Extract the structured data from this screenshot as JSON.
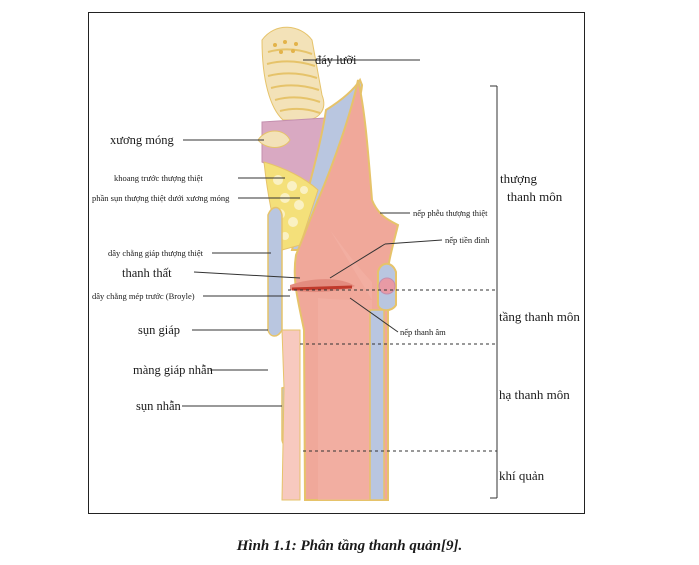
{
  "labels": {
    "day_luoi": "đáy lưỡi",
    "xuong_mong": "xương móng",
    "khoang_truoc": "khoang trước thượng thiệt",
    "phan_sun": "phần sụn thượng thiệt dưới xương móng",
    "day_chang_giap": "dây chằng giáp thượng thiệt",
    "thanh_that": "thanh thất",
    "day_chang_mep": "dây chằng mép trước (Broyle)",
    "sun_giap": "sụn giáp",
    "mang_giap_nhan": "màng giáp nhẫn",
    "sun_nhan": "sụn nhẫn",
    "nep_pheu": "nếp phễu thượng thiệt",
    "nep_tien_dinh": "nếp tiền đình",
    "nep_thanh_am": "nếp thanh âm"
  },
  "regions": {
    "thuong_line1": "thượng",
    "thuong_line2": "thanh môn",
    "tang_thanh_mon": "tầng thanh môn",
    "ha_thanh_mon": "hạ thanh môn",
    "khi_quan": "khí quản"
  },
  "caption": "Hình 1.1: Phân tầng thanh quản[9].",
  "colors": {
    "mucosa": "#f0a89a",
    "mucosa_dark": "#e38c7f",
    "cartilage": "#b9c6e0",
    "fat": "#f4e07a",
    "tongue": "#f3e2b8",
    "muscle": "#d9a9c2",
    "outline": "#e6c36a"
  }
}
